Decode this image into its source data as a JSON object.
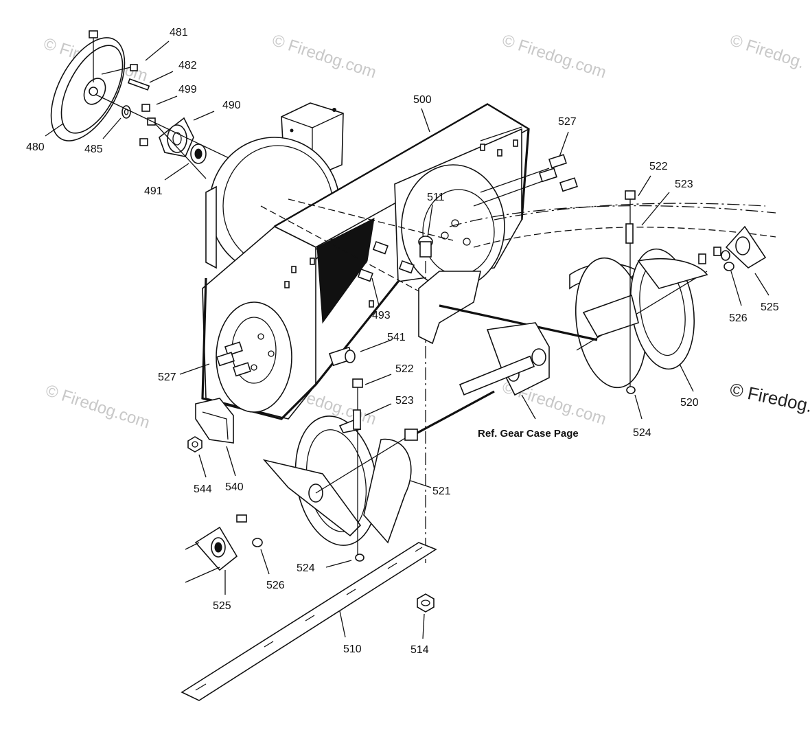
{
  "watermarks": [
    "© Firedog.com",
    "© Firedog.com",
    "© Firedog.com",
    "© Firedog.",
    "© Firedog.com",
    "© Firedog.com",
    "© Firedog.com"
  ],
  "corner_watermark": "© Firedog.",
  "reference_note": "Ref. Gear Case Page",
  "callouts": {
    "c480": "480",
    "c481": "481",
    "c482": "482",
    "c485": "485",
    "c490": "490",
    "c491": "491",
    "c493": "493",
    "c499": "499",
    "c500": "500",
    "c510": "510",
    "c511": "511",
    "c514": "514",
    "c520": "520",
    "c521": "521",
    "c522a": "522",
    "c522b": "522",
    "c523a": "523",
    "c523b": "523",
    "c524a": "524",
    "c524b": "524",
    "c525a": "525",
    "c525b": "525",
    "c526a": "526",
    "c526b": "526",
    "c527a": "527",
    "c527b": "527",
    "c540": "540",
    "c541": "541",
    "c544": "544"
  }
}
